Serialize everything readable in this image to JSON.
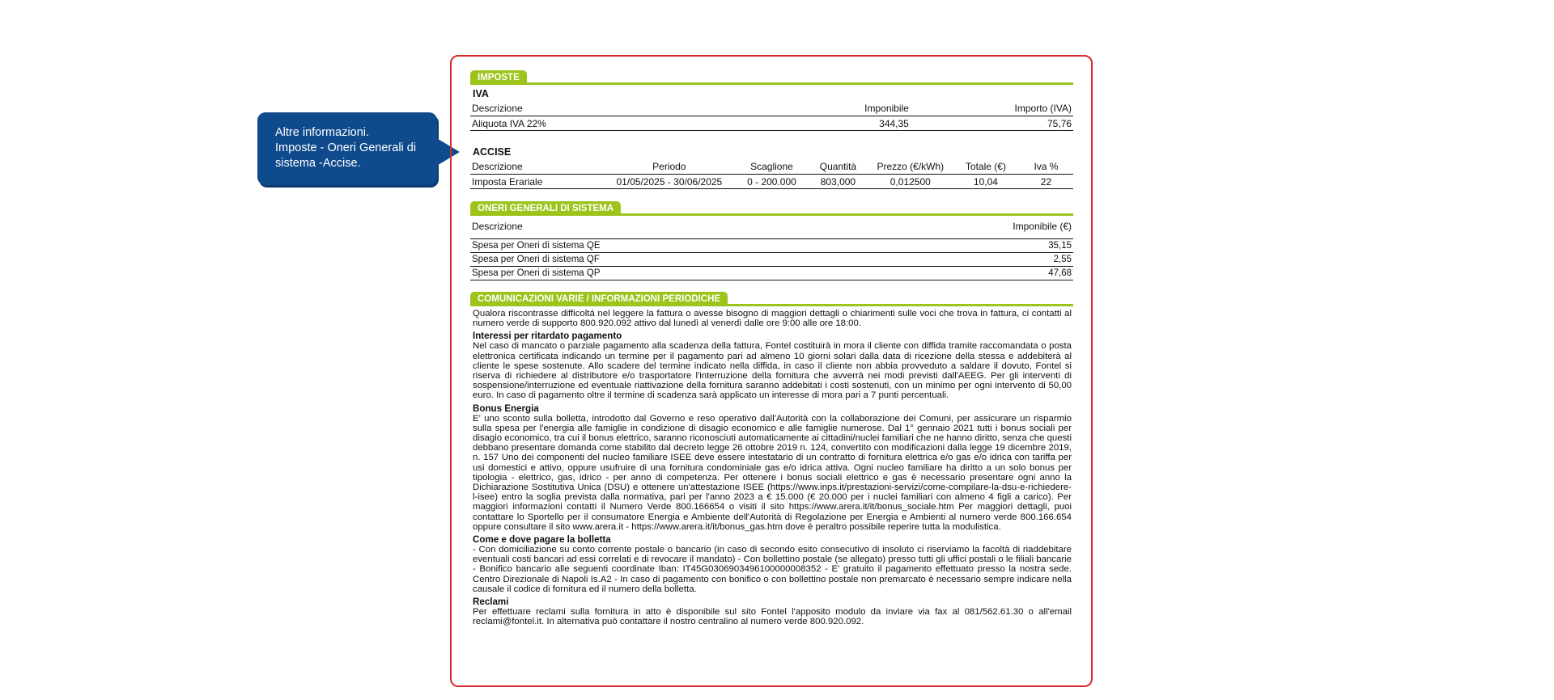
{
  "callout": {
    "lines": [
      "Altre informazioni.",
      "Imposte - Oneri Generali di",
      "sistema -Accise."
    ]
  },
  "imposte": {
    "section_title": "IMPOSTE",
    "iva": {
      "title": "IVA",
      "headers": [
        "Descrizione",
        "Imponibile",
        "Importo (IVA)"
      ],
      "rows": [
        [
          "Aliquota IVA 22%",
          "344,35",
          "75,76"
        ]
      ]
    },
    "accise": {
      "title": "ACCISE",
      "headers": [
        "Descrizione",
        "Periodo",
        "Scaglione",
        "Quantità",
        "Prezzo (€/kWh)",
        "Totale (€)",
        "Iva %"
      ],
      "rows": [
        [
          "Imposta Erariale",
          "01/05/2025 - 30/06/2025",
          "0 - 200.000",
          "803,000",
          "0,012500",
          "10,04",
          "22"
        ]
      ]
    }
  },
  "oneri": {
    "section_title": "ONERI GENERALI DI SISTEMA",
    "headers": [
      "Descrizione",
      "Imponibile (€)"
    ],
    "rows": [
      [
        "Spesa per Oneri di sistema QE",
        "35,15"
      ],
      [
        "Spesa per Oneri di sistema QF",
        "2,55"
      ],
      [
        "Spesa per Oneri di sistema QP",
        "47,68"
      ]
    ]
  },
  "comunicazioni": {
    "section_title": "COMUNICAZIONI VARIE / INFORMAZIONI PERIODICHE",
    "intro": "Qualora riscontrasse difficoltá nel leggere la fattura o avesse bisogno di maggiori dettagli o chiarimenti sulle voci che trova in fattura, ci contatti al numero verde di supporto 800.920.092 attivo dal lunedì al venerdì dalle ore 9:00 alle ore 18:00.",
    "interessi_title": "Interessi per ritardato pagamento",
    "interessi_text": "Nel caso di mancato o parziale pagamento alla scadenza della fattura, Fontel costituirà in mora il cliente con diffida tramite raccomandata o posta elettronica certificata indicando un termine per il pagamento pari ad almeno 10 giorni solari dalla data di ricezione della stessa e addebiterà al cliente le spese sostenute. Allo scadere del termine indicato nella diffida, in caso il cliente non abbia provveduto a saldare il dovuto, Fontel si riserva di richiedere al distributore e/o trasportatore l'interruzione della fornitura che avverrà nei modi previsti dall'AEEG. Per gli interventi di sospensione/interruzione ed eventuale riattivazione della fornitura saranno addebitati i costi sostenuti, con un minimo per ogni intervento di 50,00 euro. In caso di pagamento oltre il termine di scadenza sarà applicato un interesse di mora pari a 7 punti percentuali.",
    "bonus_title": "Bonus Energia",
    "bonus_text": "E' uno sconto sulla bolletta, introdotto dal Governo e reso operativo dall'Autorità con la collaborazione dei Comuni, per assicurare un risparmio sulla spesa per l'energia alle famiglie in condizione di disagio economico e alle famiglie numerose. Dal 1° gennaio 2021 tutti i bonus sociali per disagio economico, tra cui il bonus elettrico, saranno riconosciuti automaticamente ai cittadini/nuclei familiari che ne hanno diritto, senza che questi debbano presentare domanda come stabilito dal decreto legge 26 ottobre 2019 n. 124, convertito con modificazioni dalla legge 19 dicembre 2019, n. 157 Uno dei componenti del nucleo familiare ISEE deve essere intestatario di un contratto di fornitura elettrica e/o gas e/o idrica con tariffa per usi domestici e attivo, oppure usufruire di una fornitura condominiale gas e/o idrica attiva. Ogni nucleo familiare ha diritto a un solo bonus per tipologia - elettrico, gas, idrico - per anno di competenza. Per ottenere i bonus sociali elettrico e gas è necessario presentare ogni anno la Dichiarazione Sostitutiva Unica (DSU) e ottenere un'attestazione ISEE (https://www.inps.it/prestazioni-servizi/come-compilare-la-dsu-e-richiedere-l-isee) entro la soglia prevista dalla normativa, pari per l'anno 2023 a € 15.000 (€ 20.000 per i nuclei familiari con almeno 4 figli a carico). Per maggiori informazioni contatti il Numero Verde 800.166654 o visiti il sito https://www.arera.it/it/bonus_sociale.htm Per maggiori dettagli, puoi contattare lo Sportello per il consumatore Energia e Ambiente dell'Autorità di Regolazione per Energia e Ambienti al numero verde 800.166.654 oppure consultare il sito www.arera.it - https://www.arera.it/it/bonus_gas.htm dove è peraltro possibile reperire tutta la modulistica.",
    "pagamento_title": "Come e dove pagare la bolletta",
    "pagamento_text": "- Con domiciliazione su conto corrente postale o bancario (in caso di secondo esito consecutivo di insoluto ci riserviamo la facoltà di riaddebitare eventuali costi bancari ad essi correlati e di revocare il mandato) - Con bollettino postale (se allegato) presso tutti gli uffici postali o le filiali bancarie - Bonifico bancario alle seguenti coordinate Iban: IT45G0306903496100000008352 - E' gratuito il pagamento effettuato presso la nostra sede. Centro Direzionale di Napoli Is.A2 - In caso di pagamento con bonifico o con bollettino postale non premarcato è necessario sempre indicare nella causale il codice di fornitura ed il numero della bolletta.",
    "reclami_title": "Reclami",
    "reclami_text": "Per effettuare reclami sulla fornitura in atto è disponibile sul sito Fontel l'apposito modulo da inviare via fax al 081/562.61.30 o all'email reclami@fontel.it. In alternativa può contattare il nostro centralino al numero verde 800.920.092."
  }
}
